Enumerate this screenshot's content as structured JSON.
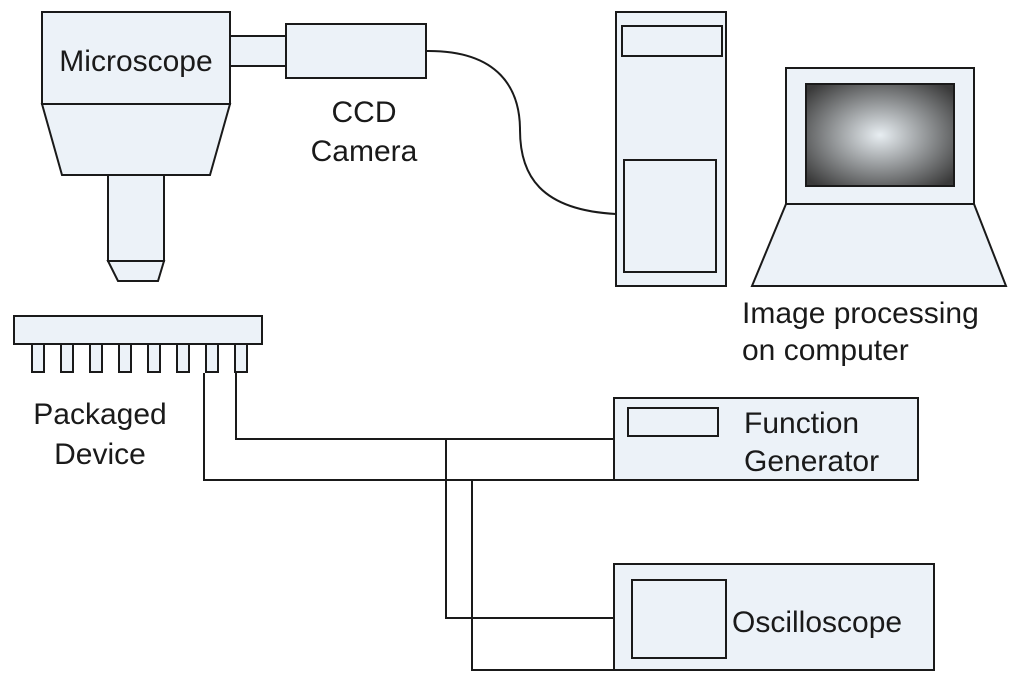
{
  "colors": {
    "component_fill": "#ecf2f8",
    "stroke": "#1a1a1a",
    "screen_center": "#e8eef2",
    "screen_edge": "#3a3a3a"
  },
  "components": {
    "microscope": {
      "label": "Microscope"
    },
    "ccd_camera": {
      "label_line1": "CCD",
      "label_line2": "Camera"
    },
    "computer_tower": {
      "icon": "computer-tower-icon"
    },
    "laptop": {
      "icon": "laptop-icon",
      "label_line1": "Image processing",
      "label_line2": "on computer"
    },
    "packaged_device": {
      "label_line1": "Packaged",
      "label_line2": "Device",
      "pin_count": 8
    },
    "function_generator": {
      "label_line1": "Function",
      "label_line2": "Generator"
    },
    "oscilloscope": {
      "label": "Oscilloscope"
    }
  }
}
